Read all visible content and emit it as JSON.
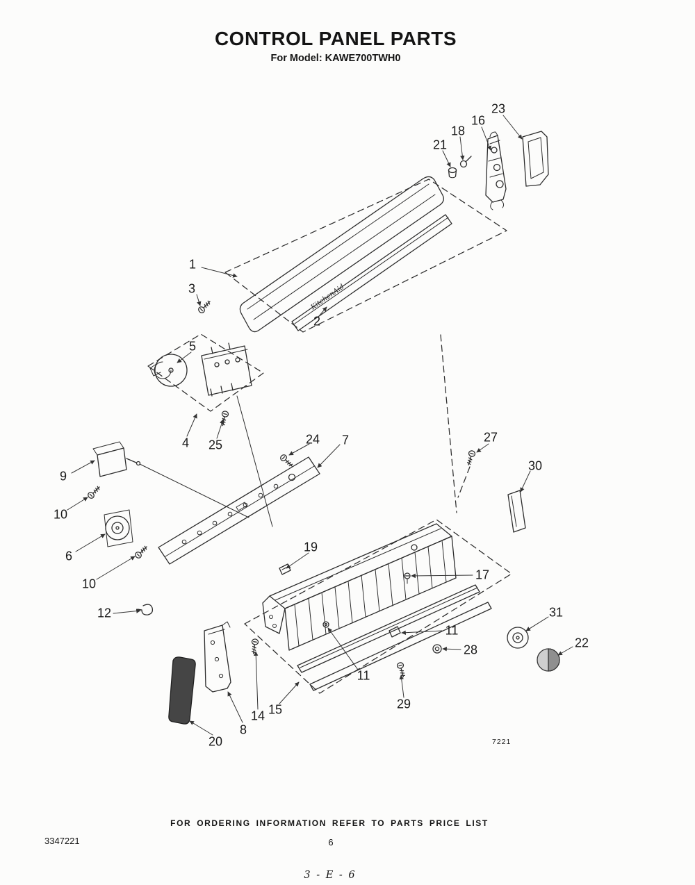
{
  "header": {
    "title": "CONTROL PANEL PARTS",
    "subtitle": "For Model: KAWE700TWH0"
  },
  "diagram": {
    "brand_script": "KitchenAid",
    "code": "7221"
  },
  "callouts": {
    "c1": "1",
    "c2": "2",
    "c3": "3",
    "c4": "4",
    "c5": "5",
    "c6": "6",
    "c7": "7",
    "c8": "8",
    "c9": "9",
    "c10a": "10",
    "c10b": "10",
    "c11a": "11",
    "c11b": "11",
    "c12": "12",
    "c14": "14",
    "c15": "15",
    "c16": "16",
    "c17": "17",
    "c18": "18",
    "c19": "19",
    "c20": "20",
    "c21": "21",
    "c22": "22",
    "c23": "23",
    "c24": "24",
    "c25": "25",
    "c27": "27",
    "c28": "28",
    "c29": "29",
    "c30": "30",
    "c31": "31"
  },
  "footer": {
    "ordering_note": "FOR ORDERING INFORMATION REFER TO PARTS PRICE LIST",
    "doc_number": "3347221",
    "page_number": "6",
    "plate_code": "3 - E - 6"
  }
}
